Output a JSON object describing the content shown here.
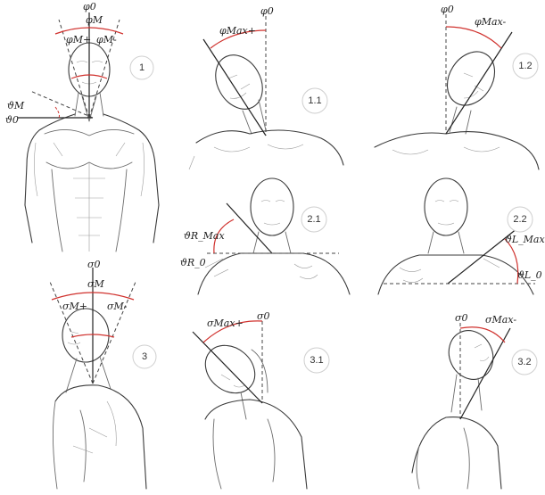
{
  "panels": {
    "p1": {
      "badge": "1",
      "labels": {
        "phi0": "φ0",
        "phiM": "φM",
        "phiMplus": "φM+",
        "phiMminus": "φM-",
        "theta0": "ϑ0",
        "thetaM": "ϑM"
      }
    },
    "p11": {
      "badge": "1.1",
      "labels": {
        "phi0": "φ0",
        "phiMax": "φMax+"
      }
    },
    "p12": {
      "badge": "1.2",
      "labels": {
        "phi0": "φ0",
        "phiMax": "φMax-"
      }
    },
    "p21": {
      "badge": "2.1",
      "labels": {
        "thetaMax": "ϑR_Max",
        "theta0": "ϑR_0"
      }
    },
    "p22": {
      "badge": "2.2",
      "labels": {
        "thetaMax": "ϑL_Max",
        "theta0": "ϑL_0"
      }
    },
    "p3": {
      "badge": "3",
      "labels": {
        "sigma0": "σ0",
        "sigmaM": "σM",
        "sigmaMplus": "σM+",
        "sigmaMminus": "σM-"
      }
    },
    "p31": {
      "badge": "3.1",
      "labels": {
        "sigma0": "σ0",
        "sigmaMax": "σMax+"
      }
    },
    "p32": {
      "badge": "3.2",
      "labels": {
        "sigma0": "σ0",
        "sigmaMax": "σMax-"
      }
    }
  },
  "colors": {
    "angle_arc": "#d0312d",
    "axis": "#222222",
    "sketch": "#6b6b6b"
  }
}
